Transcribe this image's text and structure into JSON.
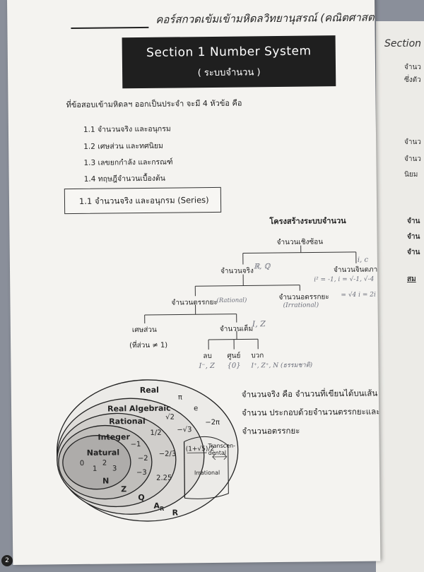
{
  "header": {
    "title": "คอร์สกวดเข้มเข้ามหิดลวิทยานุสรณ์ (คณิตศาสตร์"
  },
  "section": {
    "title": "Section 1  Number System",
    "subtitle": "( ระบบจำนวน )"
  },
  "intro": "ที่ข้อสอบเข้ามหิดลฯ ออกเป็นประจำ จะมี 4 หัวข้อ คือ",
  "topics": [
    "1.1  จำนวนจริง และอนุกรม",
    "1.2  เศษส่วน และทศนิยม",
    "1.3  เลขยกกำลัง และกรณฑ์",
    "1.4  ทฤษฎีจำนวนเบื้องต้น"
  ],
  "subsection": "1.1  จำนวนจริง และอนุกรม (Series)",
  "tree": {
    "title": "โครงสร้างระบบจำนวน",
    "complex": "จำนวนเชิงซ้อน",
    "real": "จำนวนจริง",
    "imaginary": "จำนวนจินตภาพ",
    "rational": "จำนวนตรรกยะ",
    "irrational": "จำนวนอตรรกยะ",
    "fraction": "เศษส่วน",
    "fraction_note": "(ที่ส่วน ≠ 1)",
    "integer": "จำนวนเต็ม",
    "negative": "ลบ",
    "zero": "ศูนย์",
    "positive": "บวก"
  },
  "handwriting": {
    "real_sym": "ℝ, ℚ",
    "imag_sym": "i, c",
    "imag_eq": "i² = -1, i = √-1, √-4",
    "imag_eq2": "= √4 i = 2i",
    "rational_en": "(Rational)",
    "irrational_en": "(Irrational)",
    "integer_sym": "I, Z",
    "neg_sym": "I⁻, Z",
    "zero_sym": "{0}",
    "pos_sym": "I⁺, Z⁺, N (ธรรมชาติ)"
  },
  "venn": {
    "real": "Real",
    "real_alg": "Real Algebraic",
    "rational": "Rational",
    "integer": "Integer",
    "natural": "Natural",
    "n_sym": "N",
    "z_sym": "Z",
    "q_sym": "Q",
    "a_sym": "A",
    "a_sub": "R",
    "r_sym": "R",
    "pi": "π",
    "e": "e",
    "neg2pi": "−2π",
    "sqrt2": "√2",
    "negsqrt3": "−√3",
    "half": "1/2",
    "neg2_3": "−2/3",
    "golden": "(1+√5)/2",
    "transcendental": "Transcen- dental",
    "irrational": "Irrational",
    "neg1": "−1",
    "neg2": "−2",
    "neg3": "−3",
    "v225": "2.25",
    "n0": "0",
    "n1": "1",
    "n2": "2",
    "n3": "3"
  },
  "definition": [
    "จำนวนจริง   คือ จำนวนที่เขียนได้บนเส้น",
    "จำนวน  ประกอบด้วยจำนวนตรรกยะและ",
    "จำนวนอตรรกยะ"
  ],
  "right_page": {
    "title": "Section",
    "lines": [
      "จำนว",
      "ซึ่งตัว",
      "จำนว",
      "จำนว",
      "นิยม",
      "จำน",
      "จำน",
      "จำน",
      "สม"
    ]
  },
  "page_number": "2"
}
